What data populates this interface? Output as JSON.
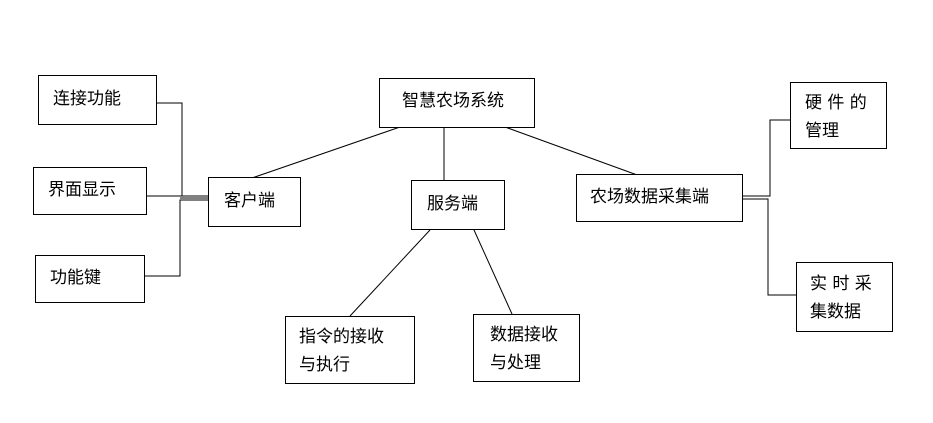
{
  "diagram": {
    "root": "智慧农场系统",
    "branches": {
      "client": "客户端",
      "server": "服务端",
      "collector": "农场数据采集端"
    },
    "client_children": [
      "连接功能",
      "界面显示",
      "功能键"
    ],
    "server_children": [
      [
        "指令的接收",
        "与执行"
      ],
      [
        "数据接收",
        "与处理"
      ]
    ],
    "collector_children": [
      [
        "硬 件 的",
        "管理"
      ],
      [
        "实 时 采",
        "集数据"
      ]
    ]
  }
}
